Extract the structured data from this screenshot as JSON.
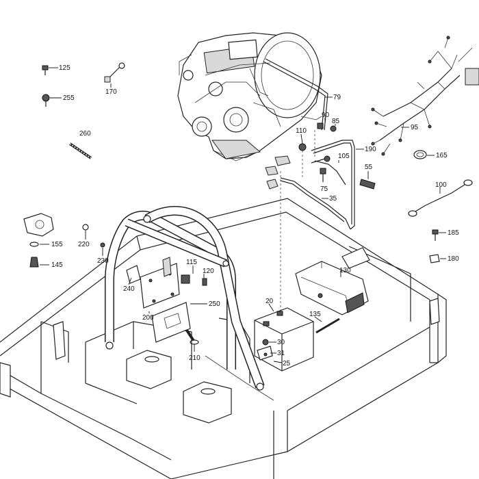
{
  "diagram": {
    "callouts": [
      {
        "key": "c125",
        "label": "125"
      },
      {
        "key": "c255",
        "label": "255"
      },
      {
        "key": "c170",
        "label": "170"
      },
      {
        "key": "c260",
        "label": "260"
      },
      {
        "key": "c79",
        "label": "79"
      },
      {
        "key": "c90",
        "label": "90"
      },
      {
        "key": "c85",
        "label": "85"
      },
      {
        "key": "c95",
        "label": "95"
      },
      {
        "key": "c110",
        "label": "110"
      },
      {
        "key": "c190",
        "label": "190"
      },
      {
        "key": "c165",
        "label": "165"
      },
      {
        "key": "c105",
        "label": "105"
      },
      {
        "key": "c55",
        "label": "55"
      },
      {
        "key": "c75",
        "label": "75"
      },
      {
        "key": "c35",
        "label": "35"
      },
      {
        "key": "c100",
        "label": "100"
      },
      {
        "key": "c155",
        "label": "155"
      },
      {
        "key": "c145",
        "label": "145"
      },
      {
        "key": "c220",
        "label": "220"
      },
      {
        "key": "c230",
        "label": "230"
      },
      {
        "key": "c185",
        "label": "185"
      },
      {
        "key": "c180",
        "label": "180"
      },
      {
        "key": "c115",
        "label": "115"
      },
      {
        "key": "c120",
        "label": "120"
      },
      {
        "key": "c240",
        "label": "240"
      },
      {
        "key": "c130",
        "label": "130"
      },
      {
        "key": "c250",
        "label": "250"
      },
      {
        "key": "c200",
        "label": "200"
      },
      {
        "key": "c20",
        "label": "20"
      },
      {
        "key": "c135",
        "label": "135"
      },
      {
        "key": "c30",
        "label": "30"
      },
      {
        "key": "c31",
        "label": "31"
      },
      {
        "key": "c25",
        "label": "25"
      },
      {
        "key": "c210",
        "label": "210"
      }
    ]
  }
}
